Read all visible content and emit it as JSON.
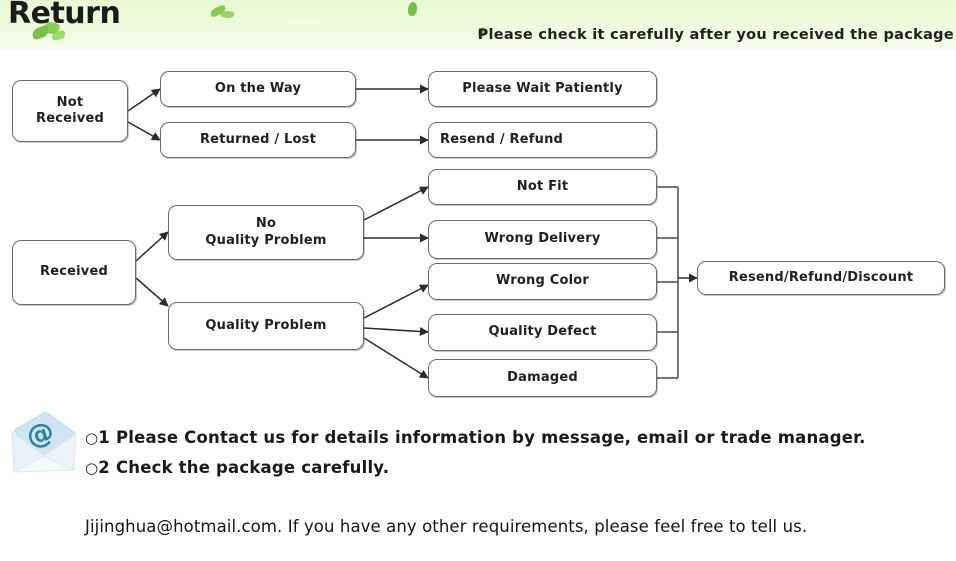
{
  "header": {
    "title": "Return",
    "note": "Please check it carefully after you received the package",
    "band_color": "#eaf9d5",
    "leaf_color": "#6dbd34"
  },
  "flowchart": {
    "nodes": {
      "not_received": "Not\nReceived",
      "on_the_way": "On the Way",
      "returned_lost": "Returned / Lost",
      "please_wait": "Please Wait Patiently",
      "resend_refund": "Resend / Refund",
      "received": "Received",
      "no_quality_problem": "No\nQuality Problem",
      "quality_problem": "Quality Problem",
      "not_fit": "Not Fit",
      "wrong_delivery": "Wrong Delivery",
      "wrong_color": "Wrong Color",
      "quality_defect": "Quality Defect",
      "damaged": "Damaged",
      "resend_refund_discount": "Resend/Refund/Discount"
    },
    "border_color": "#6b6b6b",
    "text_color": "#231f20"
  },
  "bottom": {
    "items": [
      {
        "mark": "○",
        "number": "1",
        "text": "Please Contact us for details information by message, email or trade manager."
      },
      {
        "mark": "○",
        "number": "2",
        "text": "Check the package carefully."
      }
    ],
    "paragraph": "Jijinghua@hotmail.com. If you have any other requirements, please feel free to tell us.",
    "envelope_color": "#bcdceb",
    "at_symbol": "@"
  }
}
